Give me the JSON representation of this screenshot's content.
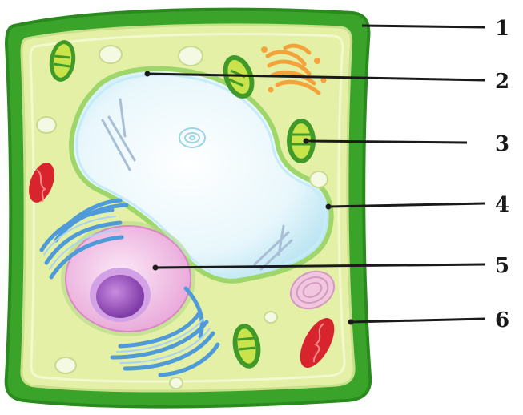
{
  "diagram": {
    "labels": [
      {
        "id": "1",
        "text": "1"
      },
      {
        "id": "2",
        "text": "2"
      },
      {
        "id": "3",
        "text": "3"
      },
      {
        "id": "4",
        "text": "4"
      },
      {
        "id": "5",
        "text": "5"
      },
      {
        "id": "6",
        "text": "6"
      }
    ],
    "colors": {
      "cell_wall": "#3aa32a",
      "cytoplasm": "#e4f0a6",
      "vacuole": "#dff3fb",
      "nucleus": "#f2bfe6",
      "nucleolus": "#a45bc6",
      "chloroplast": "#7cc43a",
      "mitochondria": "#e23b3b",
      "golgi": "#f4a53a",
      "er": "#5aa7e0",
      "leader_line": "#1a1a1a"
    }
  }
}
